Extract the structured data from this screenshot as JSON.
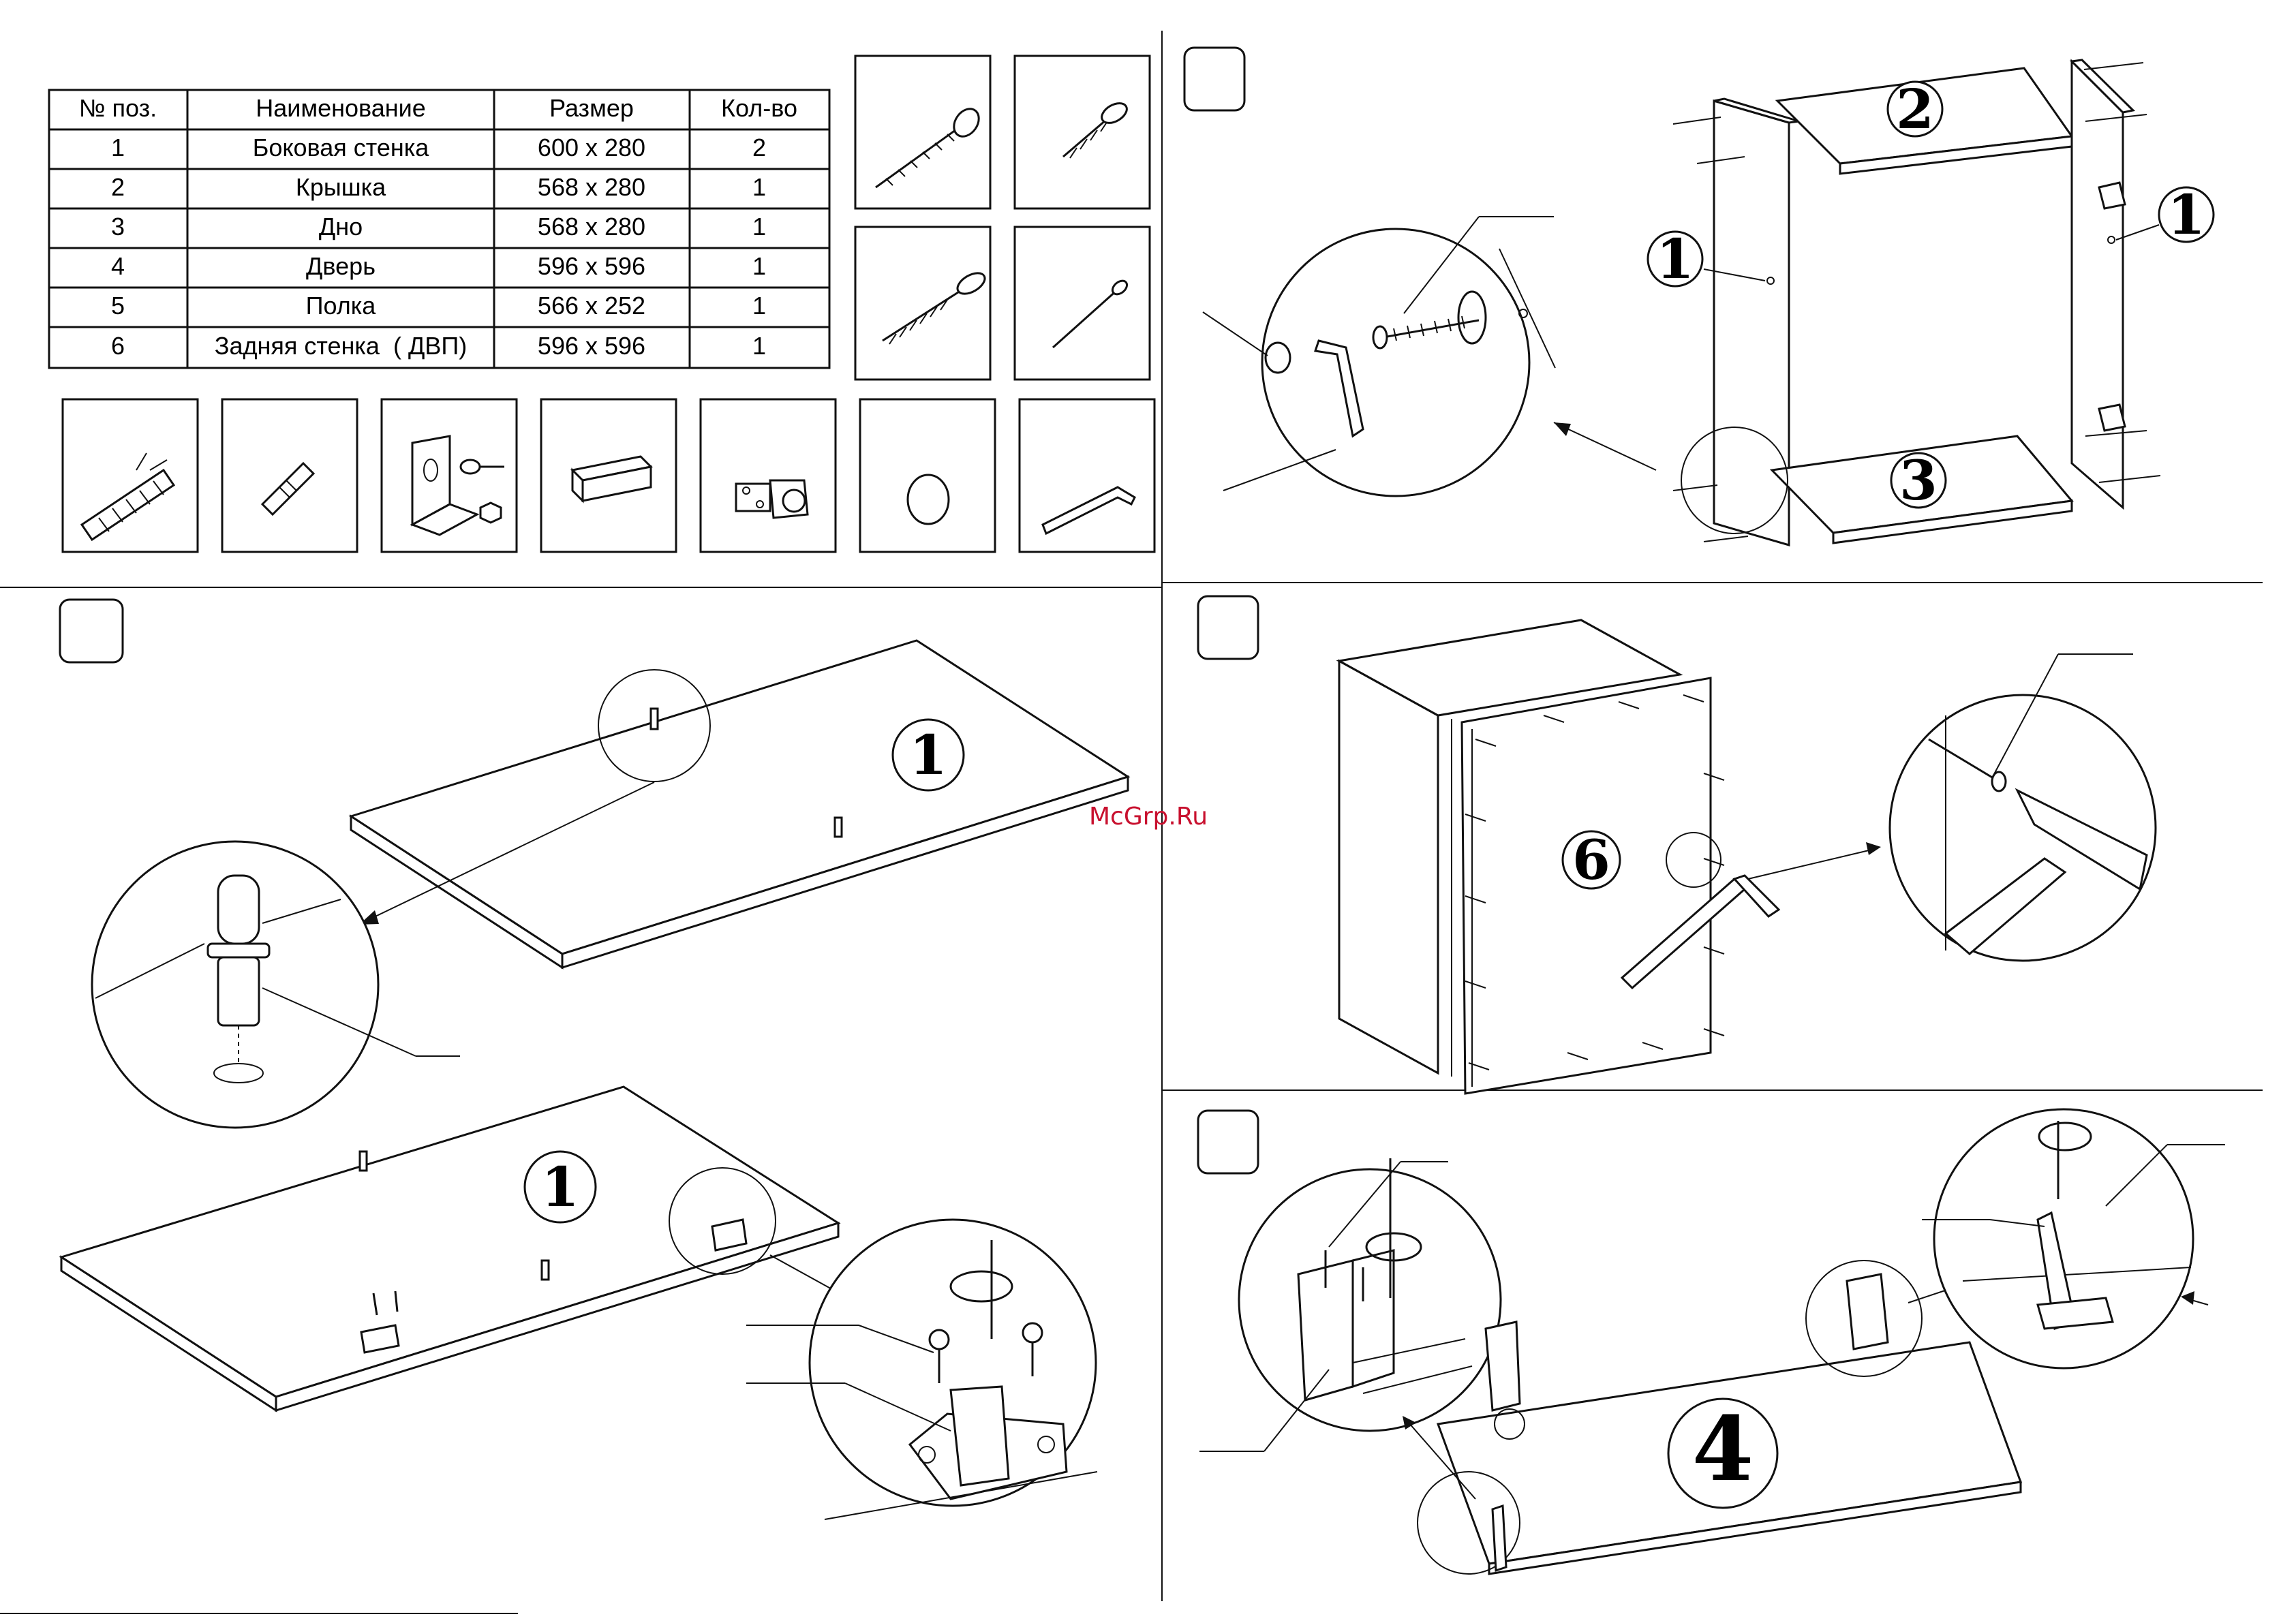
{
  "table": {
    "headers": [
      "№ поз.",
      "Наименование",
      "Размер",
      "Кол-во"
    ],
    "rows": [
      [
        "1",
        "Боковая стенка",
        "600 х 280",
        "2"
      ],
      [
        "2",
        "Крышка",
        "568 х 280",
        "1"
      ],
      [
        "3",
        "Дно",
        "568 х 280",
        "1"
      ],
      [
        "4",
        "Дверь",
        "596 х 596",
        "1"
      ],
      [
        "5",
        "Полка",
        "566 х 252",
        "1"
      ],
      [
        "6",
        "Задняя стенка  ( ДВП)",
        "596 х 596",
        "1"
      ]
    ]
  },
  "hardware_icons": [
    "confirmat-screw-icon",
    "short-screw-icon",
    "long-screw-icon",
    "nail-icon",
    "dowel-plug-icon",
    "wood-dowel-icon",
    "hanger-bracket-icon",
    "shelf-support-icon",
    "hinge-icon",
    "cap-icon",
    "hex-key-icon"
  ],
  "watermark": "McGrp.Ru",
  "part_labels": {
    "side": "1",
    "top": "2",
    "bottom": "3",
    "door": "4",
    "back": "6"
  }
}
